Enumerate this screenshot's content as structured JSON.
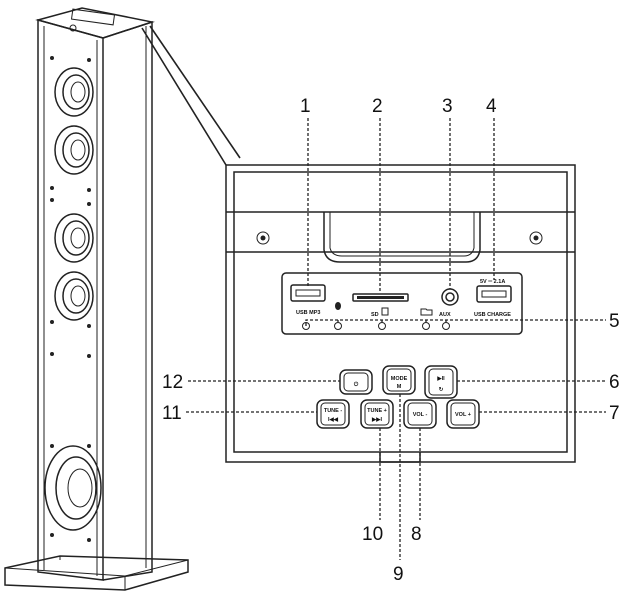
{
  "callouts": [
    {
      "id": "1",
      "label": "1"
    },
    {
      "id": "2",
      "label": "2"
    },
    {
      "id": "3",
      "label": "3"
    },
    {
      "id": "4",
      "label": "4"
    },
    {
      "id": "5",
      "label": "5"
    },
    {
      "id": "6",
      "label": "6"
    },
    {
      "id": "7",
      "label": "7"
    },
    {
      "id": "8",
      "label": "8"
    },
    {
      "id": "9",
      "label": "9"
    },
    {
      "id": "10",
      "label": "10"
    },
    {
      "id": "11",
      "label": "11"
    },
    {
      "id": "12",
      "label": "12"
    }
  ],
  "panel": {
    "usb_mp3": "USB MP3",
    "sd": "SD",
    "aux": "AUX",
    "charge_rating": "5V ═ 2.1A",
    "usb_charge": "USB CHARGE"
  },
  "buttons": {
    "power_icon": "⏻",
    "mode_label": "MODE",
    "mode_sub": "M",
    "play_icon": "▶II",
    "repeat_icon": "↻",
    "tune_minus": "TUNE -",
    "tune_minus_icon": "I◀◀",
    "tune_plus": "TUNE +",
    "tune_plus_icon": "▶▶I",
    "vol_minus": "VOL -",
    "vol_plus": "VOL +"
  }
}
